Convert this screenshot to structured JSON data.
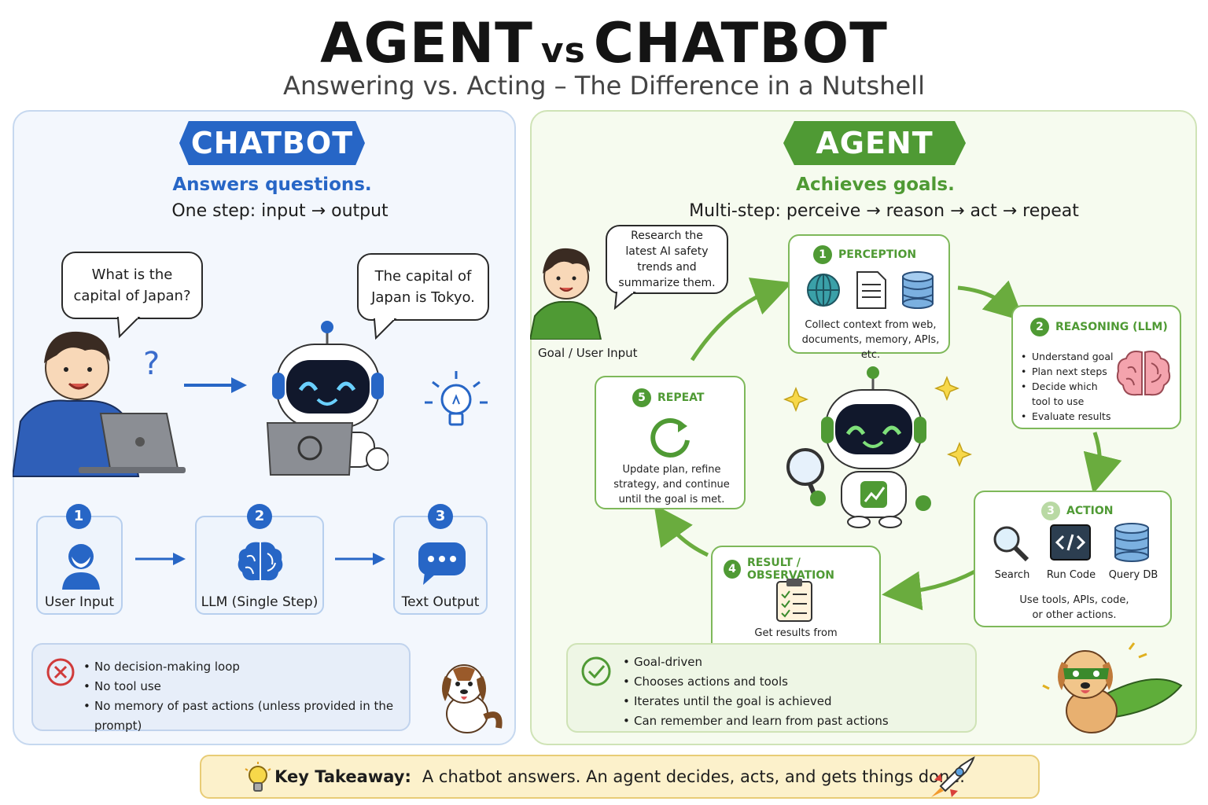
{
  "header": {
    "title_left": "AGENT",
    "title_vs": "vs",
    "title_right": "CHATBOT",
    "subtitle": "Answering vs. Acting – The Difference in a Nutshell"
  },
  "chatbot": {
    "ribbon": "CHATBOT",
    "tagline": "Answers questions.",
    "flow": "One step: input → output",
    "user_bubble": "What is the capital of Japan?",
    "bot_bubble": "The capital of Japan is Tokyo.",
    "question_mark": "?",
    "steps": [
      {
        "num": "1",
        "label": "User Input",
        "icon": "user-icon"
      },
      {
        "num": "2",
        "label": "LLM (Single Step)",
        "icon": "brain-icon"
      },
      {
        "num": "3",
        "label": "Text Output",
        "icon": "chat-bubble-icon"
      }
    ],
    "limitations": [
      "No decision-making loop",
      "No tool use",
      "No memory of past actions (unless provided in the prompt)"
    ]
  },
  "agent": {
    "ribbon": "AGENT",
    "tagline": "Achieves goals.",
    "flow": "Multi-step: perceive → reason → act → repeat",
    "user_bubble": "Research the latest AI safety trends and summarize them.",
    "user_caption": "Goal / User Input",
    "perception": {
      "num": "1",
      "title": "PERCEPTION",
      "desc": "Collect context from web, documents, memory, APIs, etc."
    },
    "reasoning": {
      "num": "2",
      "title": "REASONING (LLM)",
      "items": [
        "Understand goal",
        "Plan next steps",
        "Decide which tool to use",
        "Evaluate results"
      ]
    },
    "action": {
      "num": "3",
      "title": "ACTION",
      "tools": [
        "Search",
        "Run Code",
        "Query DB"
      ],
      "desc": "Use tools, APIs, code, or other actions."
    },
    "result": {
      "num": "4",
      "title": "RESULT / OBSERVATION",
      "desc": "Get results from actions or tools."
    },
    "repeat": {
      "num": "5",
      "title": "REPEAT",
      "desc": "Update plan, refine strategy, and continue until the goal is met."
    },
    "benefits": [
      "Goal-driven",
      "Chooses actions and tools",
      "Iterates until the goal is achieved",
      "Can remember and learn from past actions"
    ]
  },
  "takeaway": {
    "title": "Key Takeaway:",
    "text": "A chatbot answers. An agent decides, acts, and gets things done."
  },
  "colors": {
    "chatbot_blue": "#2766c6",
    "agent_green": "#4f9a34",
    "takeaway_bg": "#fcf1cb"
  }
}
